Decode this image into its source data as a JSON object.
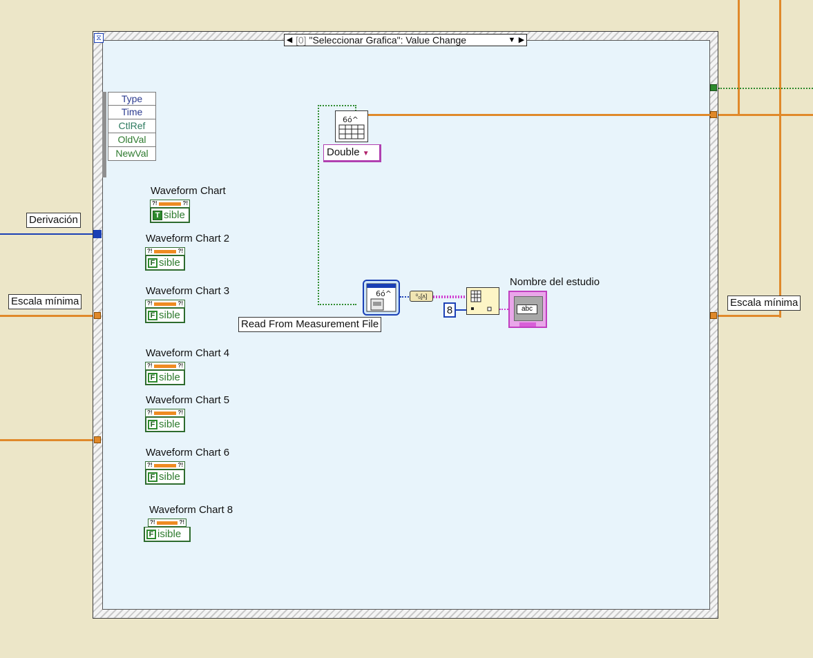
{
  "event_case": {
    "index": "[0]",
    "event": "\"Seleccionar Grafica\": Value Change",
    "prev_arrow": "◀",
    "next_arrow": "▶",
    "dropdown_arrow": "▼",
    "timeout_icon": "hourglass-icon"
  },
  "event_data_node": {
    "rows": [
      "Type",
      "Time",
      "CtlRef",
      "OldVal",
      "NewVal"
    ]
  },
  "terminals": {
    "derivacion": "Derivación",
    "escala_minima_left": "Escala mínima",
    "escala_minima_right": "Escala mínima"
  },
  "property_nodes": [
    {
      "label": "Waveform Chart",
      "value": "T",
      "prop": "sible"
    },
    {
      "label": "Waveform Chart 2",
      "value": "F",
      "prop": "sible"
    },
    {
      "label": "Waveform Chart 3",
      "value": "F",
      "prop": "sible"
    },
    {
      "label": "Waveform Chart 4",
      "value": "F",
      "prop": "sible"
    },
    {
      "label": "Waveform Chart 5",
      "value": "F",
      "prop": "sible"
    },
    {
      "label": "Waveform Chart 6",
      "value": "F",
      "prop": "sible"
    },
    {
      "label": "Waveform Chart 8",
      "value": "F",
      "prop": "isible"
    }
  ],
  "express_vi": {
    "label": "Read From Measurement File",
    "type_selector": "Double",
    "type_arrow": "▼"
  },
  "constant": "8",
  "indicator": {
    "label": "Nombre del estudio",
    "display": "abc"
  },
  "colors": {
    "diagram_bg": "#ece6c8",
    "structure_bg": "#e8f4fb",
    "numeric_wire": "#e0892a",
    "boolean_wire": "#2d8a2d",
    "string_wire": "#d13fd1",
    "enum_wire": "#1a3fb5"
  }
}
